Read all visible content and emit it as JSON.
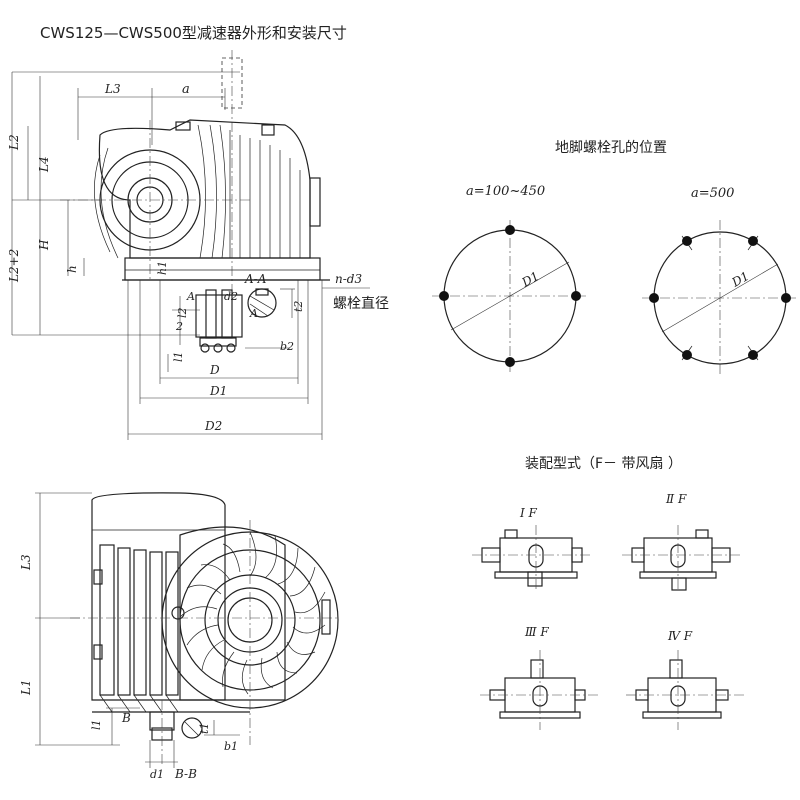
{
  "title": "CWS125—CWS500型减速器外形和安装尺寸",
  "top_view": {
    "dims": {
      "L3": "L3",
      "a": "a",
      "L2": "L2",
      "L4": "L4",
      "H": "H",
      "L2p2": "L2+2",
      "h": "h",
      "h1": "h1",
      "AA": "A-A",
      "A1": "A",
      "A2": "A",
      "nd3": "n-d3",
      "d2": "d2",
      "l2": "l2",
      "t2": "t2",
      "two": "2",
      "b2": "b2",
      "l1": "l1",
      "D": "D",
      "D1": "D1",
      "D2": "D2"
    },
    "bolt_label": "螺栓直径"
  },
  "bolt_holes": {
    "title": "地脚螺栓孔的位置",
    "left_label": "a=100~450",
    "right_label": "a=500",
    "d1_left": "D1",
    "d1_right": "D1"
  },
  "assembly": {
    "title": "装配型式（F－ 带风扇 ）",
    "types": [
      {
        "label": "Ⅰ F"
      },
      {
        "label": "Ⅱ F"
      },
      {
        "label": "Ⅲ F"
      },
      {
        "label": "Ⅳ F"
      }
    ]
  },
  "bottom_view": {
    "dims": {
      "L3": "L3",
      "L1": "L1",
      "l1": "l1",
      "B1": "B",
      "t1": "t1",
      "b1": "b1",
      "d1": "d1",
      "BB": "B-B"
    }
  }
}
